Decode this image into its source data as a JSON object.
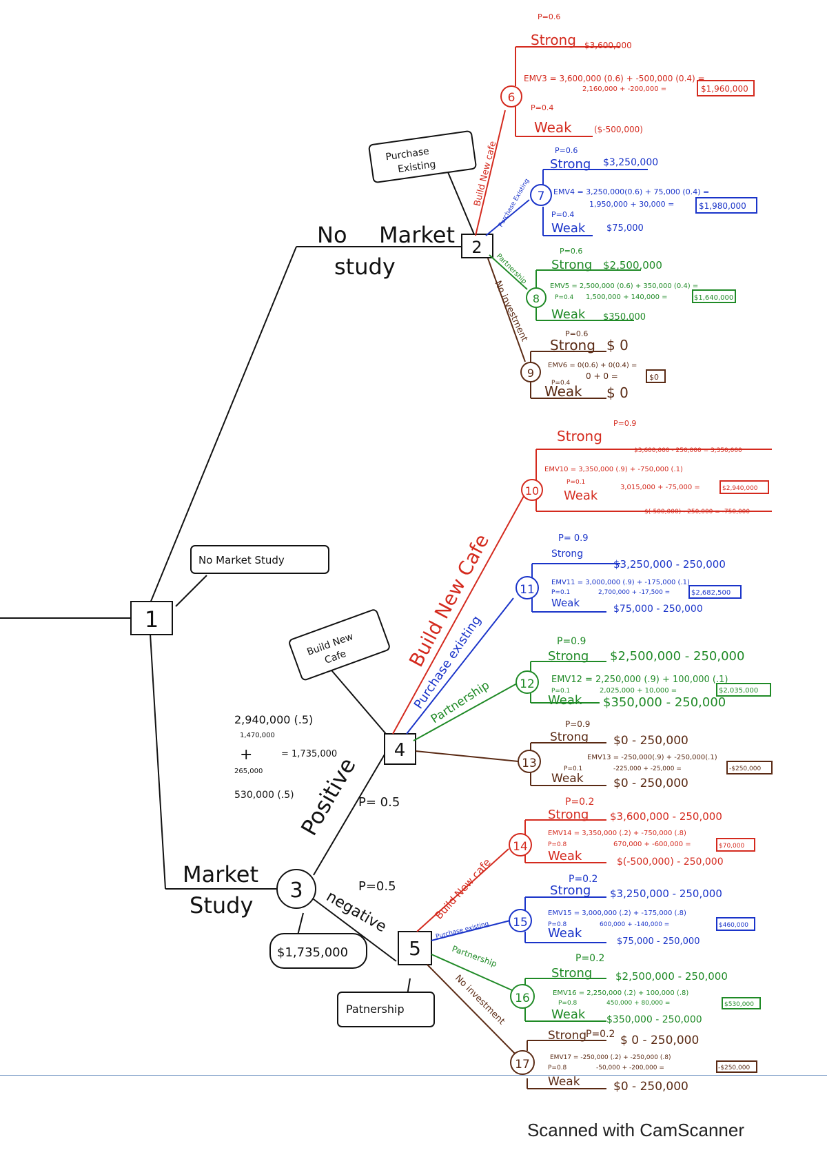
{
  "colors": {
    "black": "#111111",
    "red": "#d42a1e",
    "blue": "#1a34c9",
    "green": "#1f8a26",
    "brown": "#5a2a14",
    "rule": "#6a8fc0"
  },
  "nodes": {
    "n1": "1",
    "n2": "2",
    "n3": "3",
    "n4": "4",
    "n5": "5",
    "n6": "6",
    "n7": "7",
    "n8": "8",
    "n9": "9",
    "n10": "10",
    "n11": "11",
    "n12": "12",
    "n13": "13",
    "n14": "14",
    "n15": "15",
    "n16": "16",
    "n17": "17"
  },
  "branches": {
    "no_market_study": [
      "No",
      "Market",
      "study"
    ],
    "market_study": [
      "Market",
      "Study"
    ],
    "positive": "Positive",
    "negative": "negative",
    "p_pos": "P= 0.5",
    "p_neg": "P=0.5",
    "build_new_cafe": "Build New Cafe",
    "purchase_existing": "Purchase existing",
    "partnership": "Partnership",
    "build_new_cafe_top": "Build New cafe",
    "purchase_existing_top": "Purchase Existing",
    "partnership_top": "Partnership",
    "no_investment_top": "No investment",
    "build_new_cafe_bottom": "Build New cafe",
    "purchase_existing_bottom": "Purchase existing",
    "partnership_bottom": "Partnership",
    "no_investment_bottom": "No investment"
  },
  "callouts": {
    "purchase_existing": [
      "Purchase",
      "Existing"
    ],
    "no_market_study": "No Market Study",
    "build_new_cafe": [
      "Build New",
      "Cafe"
    ],
    "market_study_value": "$1,735,000",
    "partnership": "Patnership"
  },
  "calc_left": {
    "l1": "2,940,000 (.5)",
    "l2": "1,470,000",
    "l3": "+",
    "l4": "= 1,735,000",
    "l5": "265,000",
    "l6": "530,000 (.5)"
  },
  "n6": {
    "p_strong": "P=0.6",
    "strong": "Strong",
    "strong_val": "$3,600,000",
    "emv1": "EMV3 = 3,600,000 (0.6) + -500,000 (0.4) =",
    "emv2": "2,160,000 + -200,000 =",
    "result": "$1,960,000",
    "p_weak": "P=0.4",
    "weak": "Weak",
    "weak_val": "($-500,000)"
  },
  "n7": {
    "p_strong": "P=0.6",
    "strong": "Strong",
    "strong_val": "$3,250,000",
    "emv1": "EMV4 = 3,250,000(0.6) + 75,000 (0.4) =",
    "emv2": "1,950,000 + 30,000 =",
    "result": "$1,980,000",
    "p_weak": "P=0.4",
    "weak": "Weak",
    "weak_val": "$75,000"
  },
  "n8": {
    "p_strong": "P=0.6",
    "strong": "Strong",
    "strong_val": "$2,500,000",
    "emv1": "EMV5 = 2,500,000 (0.6) + 350,000 (0.4) =",
    "emv2": "1,500,000 + 140,000 =",
    "p_weak": "P=0.4",
    "result": "$1,640,000",
    "weak": "Weak",
    "weak_val": "$350,000"
  },
  "n9": {
    "p_strong": "P=0.6",
    "strong": "Strong",
    "strong_val": "$ 0",
    "emv1": "EMV6 = 0(0.6) + 0(0.4) =",
    "emv2": "0 + 0 =",
    "result": "$0",
    "p_weak": "P=0.4",
    "weak": "Weak",
    "weak_val": "$ 0"
  },
  "n10": {
    "p_strong": "P=0.9",
    "strong": "Strong",
    "strong_val": "$3,600,000 - 250,000 = 3,350,000",
    "emv1": "EMV10 = 3,350,000 (.9) + -750,000 (.1)",
    "p_weak": "P=0.1",
    "emv2": "3,015,000 + -75,000 =",
    "result": "$2,940,000",
    "weak": "Weak",
    "weak_val": "$(-500,000) - 250,000 = -750,000"
  },
  "n11": {
    "p_strong": "P= 0.9",
    "strong": "Strong",
    "strong_val": "$3,250,000 - 250,000",
    "emv1": "EMV11 = 3,000,000 (.9) + -175,000 (.1)",
    "p_weak": "P=0.1",
    "emv2": "2,700,000 + -17,500 =",
    "result": "$2,682,500",
    "weak": "Weak",
    "weak_val": "$75,000 - 250,000"
  },
  "n12": {
    "p_strong": "P=0.9",
    "strong": "Strong",
    "strong_val": "$2,500,000 - 250,000",
    "emv1": "EMV12 = 2,250,000 (.9) + 100,000 (.1)",
    "p_weak": "P=0.1",
    "emv2": "2,025,000 + 10,000 =",
    "result": "$2,035,000",
    "weak": "Weak",
    "weak_val": "$350,000 - 250,000"
  },
  "n13": {
    "p_strong": "P=0.9",
    "strong": "Strong",
    "strong_val": "$0 - 250,000",
    "emv1": "EMV13 = -250,000(.9) + -250,000(.1)",
    "p_weak": "P=0.1",
    "emv2": "-225,000 + -25,000 =",
    "result": "-$250,000",
    "weak": "Weak",
    "weak_val": "$0 - 250,000"
  },
  "n14": {
    "p_strong": "P=0.2",
    "strong": "Strong",
    "strong_val": "$3,600,000 - 250,000",
    "emv1": "EMV14 = 3,350,000 (.2) + -750,000 (.8)",
    "p_weak": "P=0.8",
    "emv2": "670,000 + -600,000 =",
    "result": "$70,000",
    "weak": "Weak",
    "weak_val": "$(-500,000) - 250,000"
  },
  "n15": {
    "p_strong": "P=0.2",
    "strong": "Strong",
    "strong_val": "$3,250,000 - 250,000",
    "emv1": "EMV15 = 3,000,000 (.2) + -175,000 (.8)",
    "p_weak": "P=0.8",
    "emv2": "600,000 + -140,000 =",
    "result": "$460,000",
    "weak": "Weak",
    "weak_val": "$75,000 - 250,000"
  },
  "n16": {
    "p_strong": "P=0.2",
    "strong": "Strong",
    "strong_val": "$2,500,000 - 250,000",
    "emv1": "EMV16 = 2,250,000 (.2) + 100,000 (.8)",
    "p_weak": "P=0.8",
    "emv2": "450,000 + 80,000 =",
    "result": "$530,000",
    "weak": "Weak",
    "weak_val": "$350,000 - 250,000"
  },
  "n17": {
    "p_strong": "P=0.2",
    "strong": "Strong",
    "strong_val": "$ 0 - 250,000",
    "emv1": "EMV17 = -250,000 (.2) + -250,000 (.8)",
    "p_weak": "P=0.8",
    "emv2": "-50,000 + -200,000 =",
    "result": "-$250,000",
    "weak": "Weak",
    "weak_val": "$0 - 250,000"
  },
  "footer": "Scanned with CamScanner"
}
